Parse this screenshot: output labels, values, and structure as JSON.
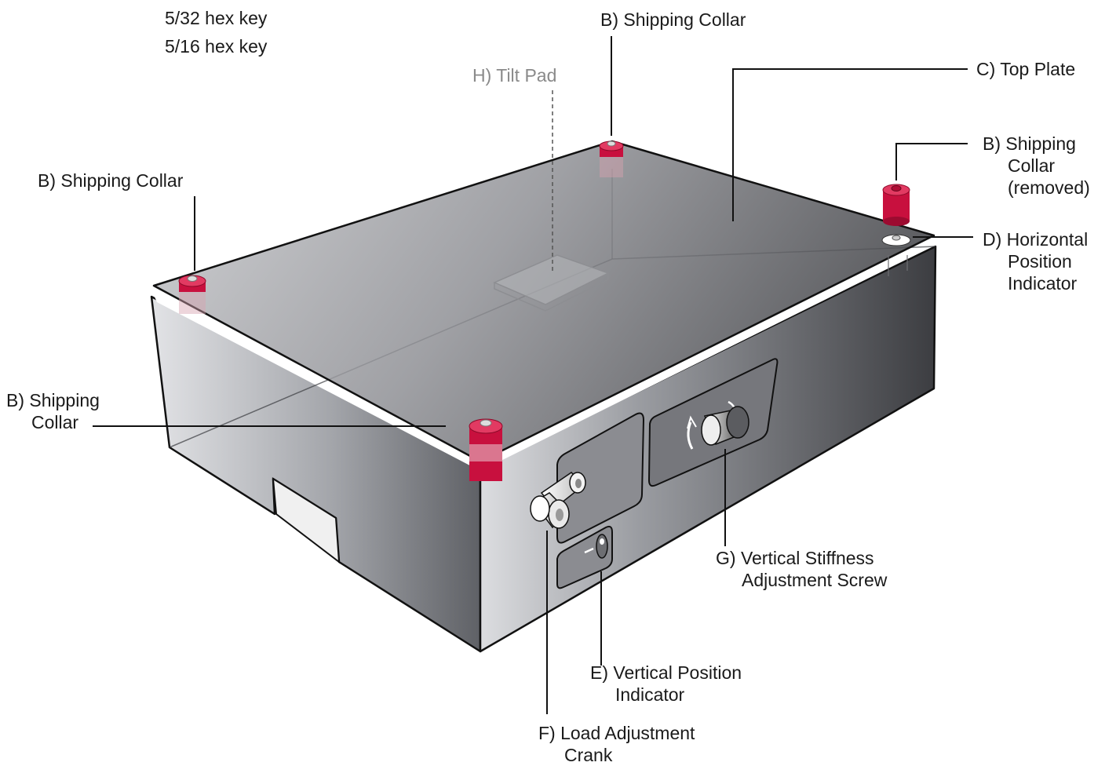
{
  "tools": {
    "key1": "5/32 hex key",
    "key2": "5/16 hex key"
  },
  "labels": {
    "shipping_collar_top": "B) Shipping Collar",
    "tilt_pad": "H) Tilt Pad",
    "top_plate": "C) Top Plate",
    "shipping_collar_removed": [
      "B) Shipping",
      "Collar",
      "(removed)"
    ],
    "horizontal_indicator": [
      "D) Horizontal",
      "Position",
      "Indicator"
    ],
    "shipping_collar_left": "B) Shipping Collar",
    "shipping_collar_front": [
      "B) Shipping",
      "Collar"
    ],
    "vertical_stiffness": [
      "G) Vertical Stiffness",
      "Adjustment Screw"
    ],
    "vertical_position": [
      "E) Vertical Position",
      "Indicator"
    ],
    "load_crank": [
      "F) Load Adjustment",
      "Crank"
    ]
  },
  "colors": {
    "collar": "#c8103e",
    "collar_dark": "#8e0a2a",
    "box": "#5e5f64",
    "outline": "#111111"
  }
}
